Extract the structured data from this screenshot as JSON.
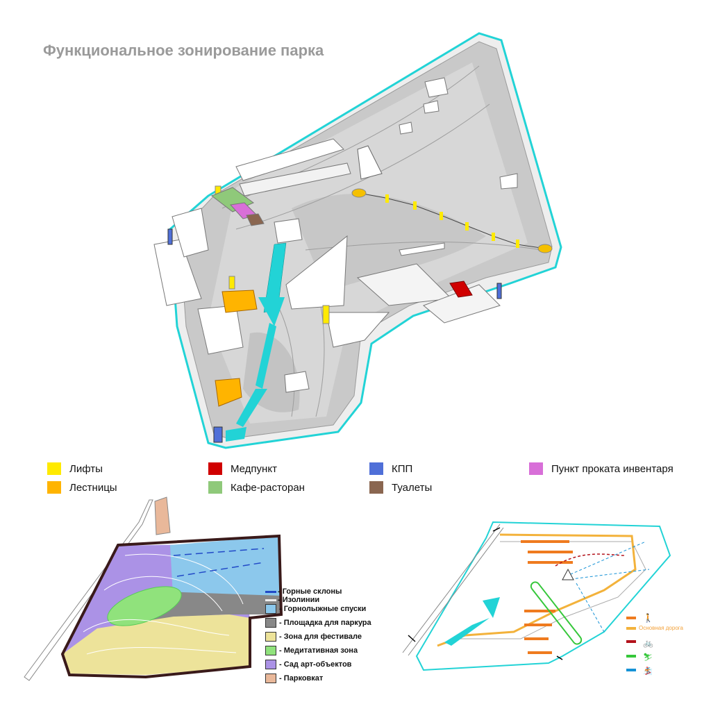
{
  "title": "Функциональное зонирование парка",
  "colors": {
    "lifts": "#ffea00",
    "stairs": "#ffb400",
    "medpoint": "#d00000",
    "cafe": "#8fc97a",
    "checkpoint": "#4f6fd8",
    "toilets": "#8a6650",
    "rental": "#d86fd8",
    "slopes_line": "#2149c7",
    "ski": "#8cc8ec",
    "parkour": "#888888",
    "festival": "#ede39a",
    "meditation": "#90e27c",
    "art": "#ab92e6",
    "parking": "#e9b89a",
    "cyan": "#22d3d6",
    "orange_route": "#ef7b1f",
    "gold_route": "#f3b23b",
    "red_route": "#b3121b",
    "green_route": "#35c73a",
    "blue_route": "#1592d6"
  },
  "legend": [
    {
      "id": "lifts",
      "label": "Лифты"
    },
    {
      "id": "stairs",
      "label": "Лестницы"
    },
    {
      "id": "medpoint",
      "label": "Медпункт"
    },
    {
      "id": "cafe",
      "label": "Кафе-расторан"
    },
    {
      "id": "checkpoint",
      "label": "КПП"
    },
    {
      "id": "toilets",
      "label": "Туалеты"
    },
    {
      "id": "rental",
      "label": "Пункт проката инвентаря"
    }
  ],
  "zones_legend": [
    {
      "id": "slopes",
      "label": "- Горные склоны"
    },
    {
      "id": "isolines",
      "label": "- Изолинии"
    },
    {
      "id": "ski",
      "label": "- Горнолыжные спуски"
    },
    {
      "id": "parkour",
      "label": "- Площадка для паркура"
    },
    {
      "id": "festival",
      "label": "- Зона для фестивале"
    },
    {
      "id": "meditation",
      "label": "- Медитативная зона"
    },
    {
      "id": "art",
      "label": "- Сад арт-объектов"
    },
    {
      "id": "parking",
      "label": "- Парковкат"
    }
  ],
  "routes_legend": {
    "main_road": "Основная дорога",
    "icons": [
      "walking-person-icon",
      "cyclist-icon",
      "skier-icon",
      "snowboarder-icon"
    ]
  }
}
